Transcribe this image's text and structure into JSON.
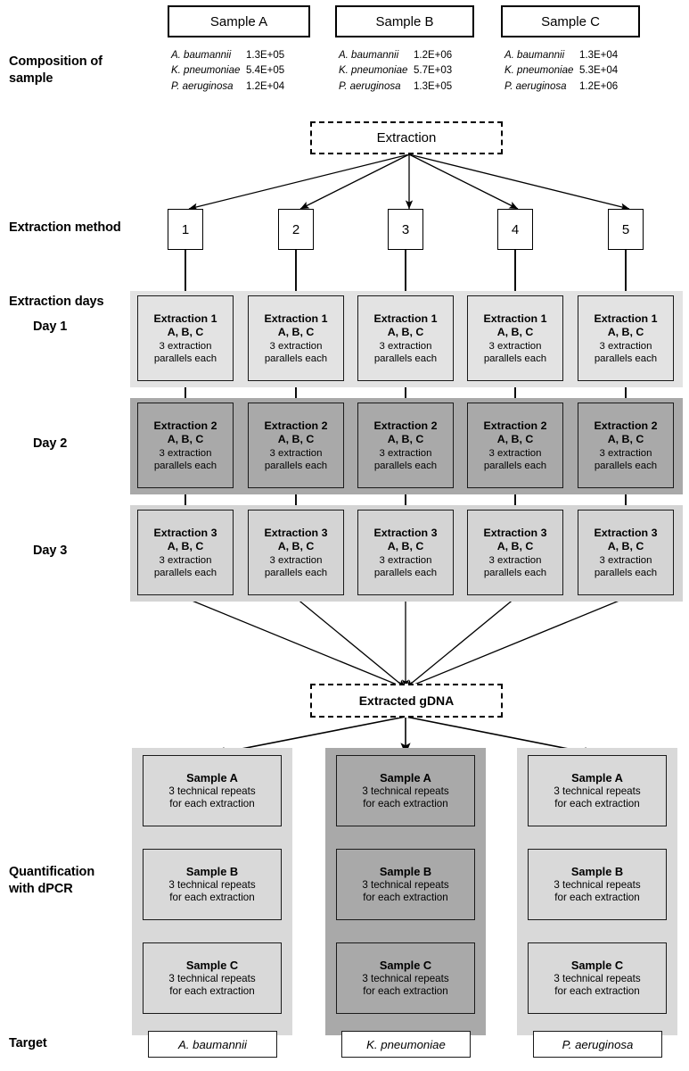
{
  "labels": {
    "composition": "Composition of\nsample",
    "composition_l1": "Composition of",
    "composition_l2": "sample",
    "extraction_method": "Extraction method",
    "extraction_days": "Extraction days",
    "day1": "Day 1",
    "day2": "Day 2",
    "day3": "Day 3",
    "quantification_l1": "Quantification",
    "quantification_l2": "with dPCR",
    "target": "Target"
  },
  "samples": [
    {
      "title": "Sample A",
      "composition": [
        {
          "species": "A. baumannii",
          "value": "1.3E+05"
        },
        {
          "species": "K. pneumoniae",
          "value": "5.4E+05"
        },
        {
          "species": "P. aeruginosa",
          "value": "1.2E+04"
        }
      ]
    },
    {
      "title": "Sample B",
      "composition": [
        {
          "species": "A. baumannii",
          "value": "1.2E+06"
        },
        {
          "species": "K. pneumoniae",
          "value": "5.7E+03"
        },
        {
          "species": "P. aeruginosa",
          "value": "1.3E+05"
        }
      ]
    },
    {
      "title": "Sample C",
      "composition": [
        {
          "species": "A. baumannii",
          "value": "1.3E+04"
        },
        {
          "species": "K. pneumoniae",
          "value": "5.3E+04"
        },
        {
          "species": "P. aeruginosa",
          "value": "1.2E+06"
        }
      ]
    }
  ],
  "extraction_node": "Extraction",
  "gdna_node": "Extracted gDNA",
  "methods": [
    "1",
    "2",
    "3",
    "4",
    "5"
  ],
  "day_rows": [
    {
      "day": "Day 1",
      "shade": "light",
      "cells": [
        {
          "title": "Extraction 1",
          "subtitle": "A, B, C",
          "note1": "3 extraction",
          "note2": "parallels each"
        },
        {
          "title": "Extraction 1",
          "subtitle": "A, B, C",
          "note1": "3 extraction",
          "note2": "parallels each"
        },
        {
          "title": "Extraction 1",
          "subtitle": "A, B, C",
          "note1": "3 extraction",
          "note2": "parallels each"
        },
        {
          "title": "Extraction 1",
          "subtitle": "A, B, C",
          "note1": "3 extraction",
          "note2": "parallels each"
        },
        {
          "title": "Extraction 1",
          "subtitle": "A, B, C",
          "note1": "3 extraction",
          "note2": "parallels each"
        }
      ]
    },
    {
      "day": "Day 2",
      "shade": "dark",
      "cells": [
        {
          "title": "Extraction 2",
          "subtitle": "A, B, C",
          "note1": "3 extraction",
          "note2": "parallels each"
        },
        {
          "title": "Extraction 2",
          "subtitle": "A, B, C",
          "note1": "3 extraction",
          "note2": "parallels each"
        },
        {
          "title": "Extraction 2",
          "subtitle": "A, B, C",
          "note1": "3 extraction",
          "note2": "parallels each"
        },
        {
          "title": "Extraction 2",
          "subtitle": "A, B, C",
          "note1": "3 extraction",
          "note2": "parallels each"
        },
        {
          "title": "Extraction 2",
          "subtitle": "A, B, C",
          "note1": "3 extraction",
          "note2": "parallels each"
        }
      ]
    },
    {
      "day": "Day 3",
      "shade": "medium",
      "cells": [
        {
          "title": "Extraction 3",
          "subtitle": "A, B, C",
          "note1": "3 extraction",
          "note2": "parallels each"
        },
        {
          "title": "Extraction 3",
          "subtitle": "A, B, C",
          "note1": "3 extraction",
          "note2": "parallels each"
        },
        {
          "title": "Extraction 3",
          "subtitle": "A, B, C",
          "note1": "3 extraction",
          "note2": "parallels each"
        },
        {
          "title": "Extraction 3",
          "subtitle": "A, B, C",
          "note1": "3 extraction",
          "note2": "parallels each"
        },
        {
          "title": "Extraction 3",
          "subtitle": "A, B, C",
          "note1": "3 extraction",
          "note2": "parallels each"
        }
      ]
    }
  ],
  "quantification": [
    {
      "shade": "light",
      "target": "A. baumannii",
      "cells": [
        {
          "title": "Sample A",
          "note1": "3 technical repeats",
          "note2": "for each extraction"
        },
        {
          "title": "Sample B",
          "note1": "3 technical repeats",
          "note2": "for each extraction"
        },
        {
          "title": "Sample C",
          "note1": "3 technical repeats",
          "note2": "for each extraction"
        }
      ]
    },
    {
      "shade": "dark",
      "target": "K. pneumoniae",
      "cells": [
        {
          "title": "Sample A",
          "note1": "3 technical repeats",
          "note2": "for each extraction"
        },
        {
          "title": "Sample B",
          "note1": "3 technical repeats",
          "note2": "for each extraction"
        },
        {
          "title": "Sample C",
          "note1": "3 technical repeats",
          "note2": "for each extraction"
        }
      ]
    },
    {
      "shade": "light",
      "target": "P. aeruginosa",
      "cells": [
        {
          "title": "Sample A",
          "note1": "3 technical repeats",
          "note2": "for each extraction"
        },
        {
          "title": "Sample B",
          "note1": "3 technical repeats",
          "note2": "for each extraction"
        },
        {
          "title": "Sample C",
          "note1": "3 technical repeats",
          "note2": "for each extraction"
        }
      ]
    }
  ],
  "colors": {
    "band_light": "#e3e3e3",
    "band_medium": "#d4d4d4",
    "band_dark": "#a9a9a9",
    "quant_light": "#d9d9d9",
    "quant_dark": "#a9a9a9",
    "line": "#000000",
    "text": "#000000"
  }
}
